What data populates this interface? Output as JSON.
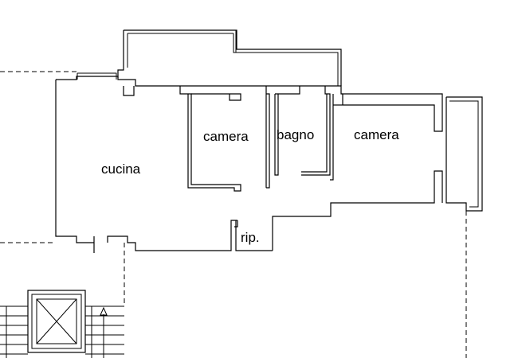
{
  "plan": {
    "rooms": [
      {
        "id": "kitchen",
        "label": "cucina"
      },
      {
        "id": "bedroom-1",
        "label": "camera"
      },
      {
        "id": "bathroom",
        "label": "bagno"
      },
      {
        "id": "bedroom-2",
        "label": "camera"
      },
      {
        "id": "storage",
        "label": "rip."
      }
    ]
  }
}
